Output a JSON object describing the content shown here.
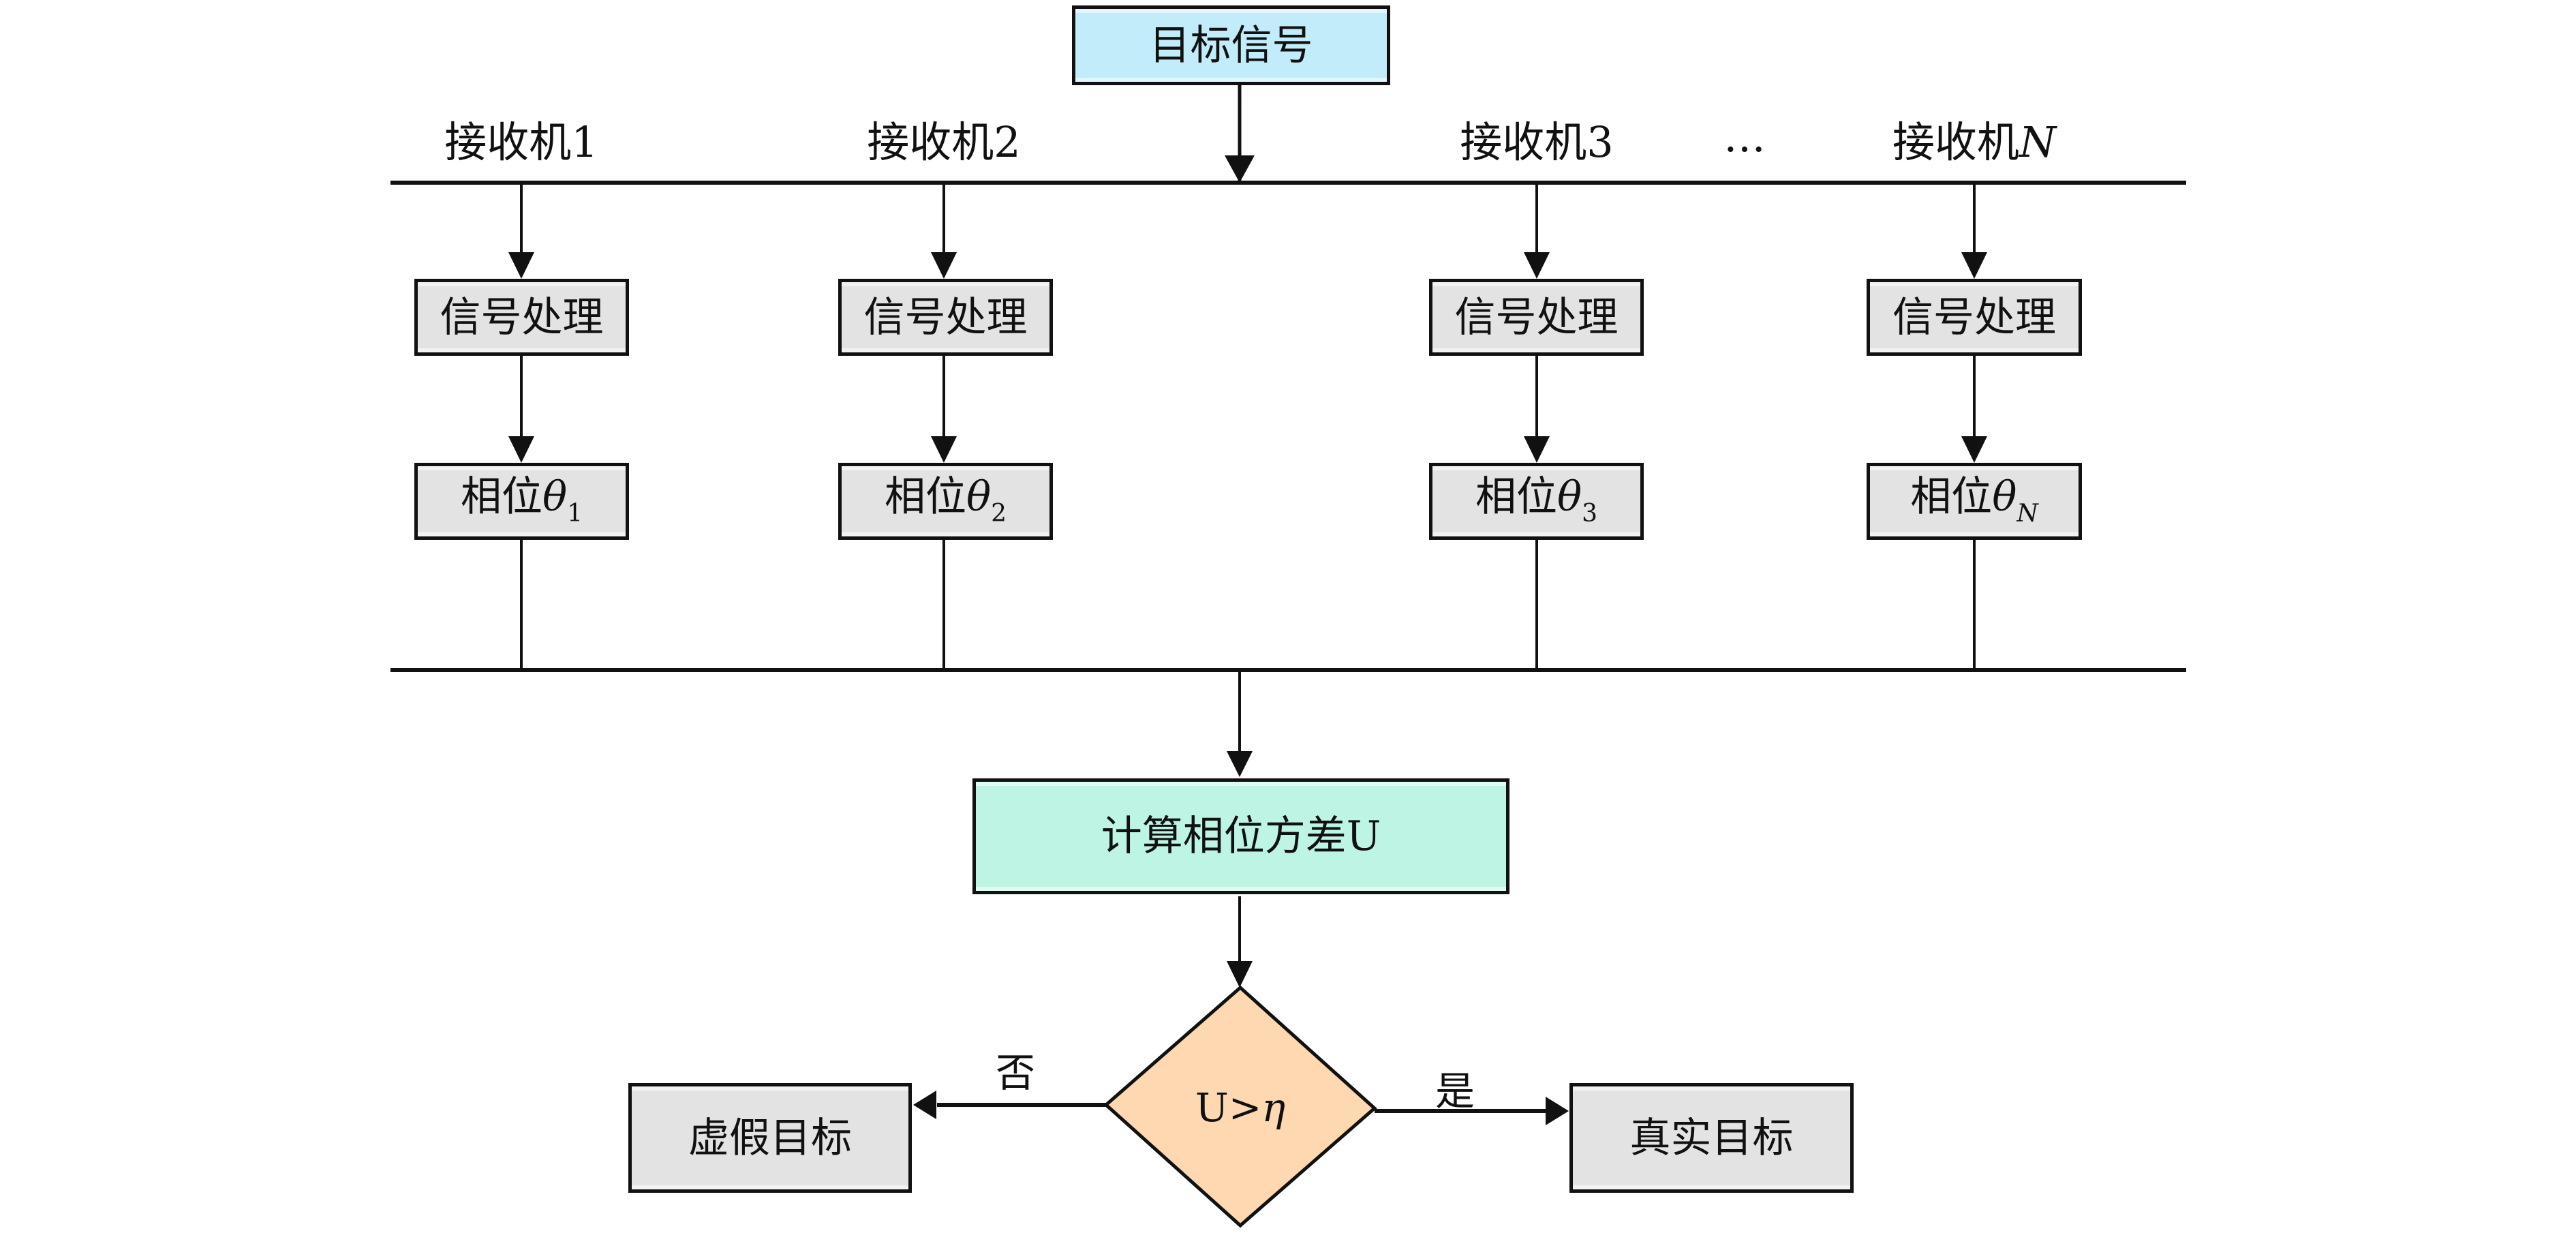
{
  "source": {
    "label": "目标信号",
    "color": "#c2ecfa"
  },
  "receivers": [
    {
      "name": "接收机",
      "index": "1",
      "index_italic": false,
      "processing": "信号处理",
      "phase_prefix": "相位",
      "phase_symbol": "θ",
      "phase_sub": "1"
    },
    {
      "name": "接收机",
      "index": "2",
      "index_italic": false,
      "processing": "信号处理",
      "phase_prefix": "相位",
      "phase_symbol": "θ",
      "phase_sub": "2"
    },
    {
      "name": "接收机",
      "index": "3",
      "index_italic": false,
      "processing": "信号处理",
      "phase_prefix": "相位",
      "phase_symbol": "θ",
      "phase_sub": "3"
    },
    {
      "name": "接收机",
      "index": "N",
      "index_italic": true,
      "processing": "信号处理",
      "phase_prefix": "相位",
      "phase_symbol": "θ",
      "phase_sub": "N"
    }
  ],
  "ellipsis": "…",
  "compute": {
    "label": "计算相位方差U",
    "color": "#bdf4e3"
  },
  "decision": {
    "lhs": "U",
    "op": ">",
    "rhs": "η",
    "color": "#fdd8b0"
  },
  "branches": {
    "no_label": "否",
    "yes_label": "是"
  },
  "outcomes": {
    "false_target": "虚假目标",
    "true_target": "真实目标",
    "color": "#e3e3e3"
  }
}
